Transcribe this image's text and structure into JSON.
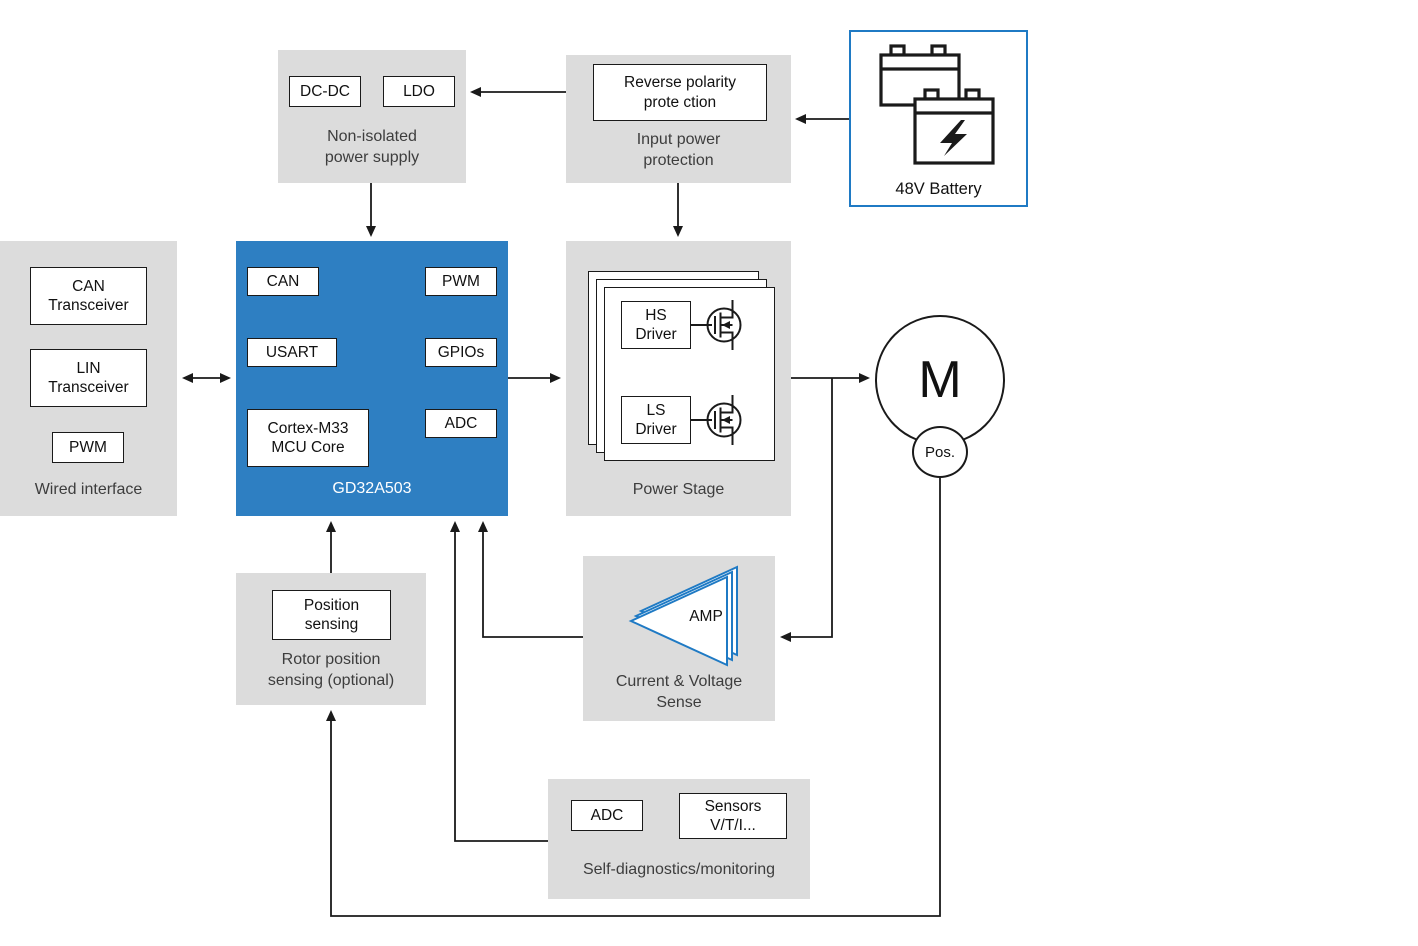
{
  "palette": {
    "block_gray": "#dcdcdc",
    "mcu_blue": "#2e7fc2",
    "brand_blue": "#1f7ac4",
    "line_dark": "#1a1a1a",
    "title_gray": "#3d3d3d"
  },
  "power_supply": {
    "title": "Non-isolated\npower supply",
    "dcdc": "DC-DC",
    "ldo": "LDO"
  },
  "input_protection": {
    "title": "Input power\nprotection",
    "chip": "Reverse polarity\nprote ction"
  },
  "battery": {
    "label": "48V Battery"
  },
  "wired_interface": {
    "title": "Wired interface",
    "can": "CAN\nTransceiver",
    "lin": "LIN\nTransceiver",
    "pwm": "PWM"
  },
  "mcu": {
    "title": "GD32A503",
    "can": "CAN",
    "pwm": "PWM",
    "usart": "USART",
    "gpios": "GPIOs",
    "core": "Cortex-M33\nMCU Core",
    "adc": "ADC"
  },
  "power_stage": {
    "title": "Power Stage",
    "hs_driver": "HS\nDriver",
    "ls_driver": "LS\nDriver"
  },
  "motor": {
    "label": "M",
    "position": "Pos."
  },
  "rotor_sensing": {
    "title": "Rotor position\nsensing (optional)",
    "chip": "Position\nsensing"
  },
  "current_voltage_sense": {
    "title": "Current & Voltage\nSense",
    "amp": "AMP"
  },
  "diagnostics": {
    "title": "Self-diagnostics/monitoring",
    "adc": "ADC",
    "sensors": "Sensors\nV/T/I..."
  }
}
